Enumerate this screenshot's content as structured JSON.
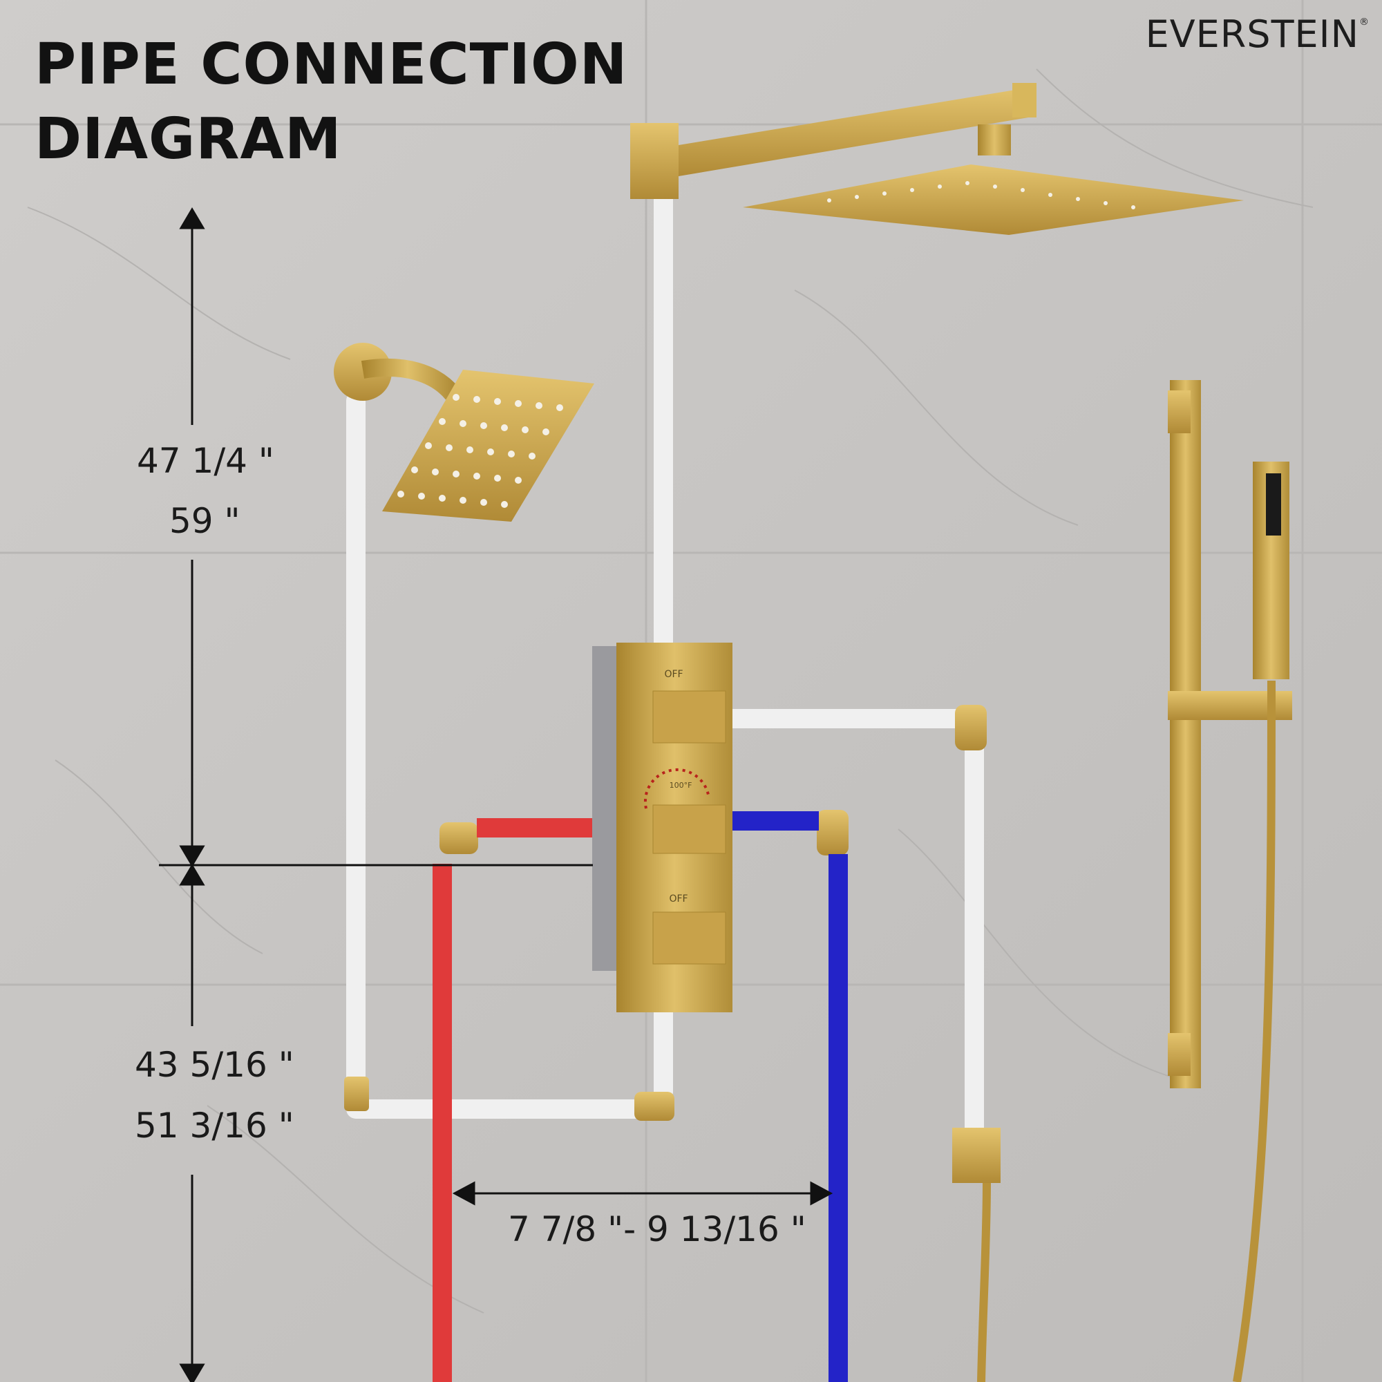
{
  "brand": {
    "name": "EVERSTEIN",
    "mark": "®"
  },
  "title": {
    "line1": "PIPE CONNECTION",
    "line2": "DIAGRAM"
  },
  "dimensions": {
    "upper_min": "47 1/4 \"",
    "upper_max": "59 \"",
    "lower_min": "43 5/16 \"",
    "lower_max": "51 3/16 \"",
    "spacing": "7 7/8 \"- 9 13/16 \""
  },
  "valve_panel": {
    "top_label": "OFF",
    "bottom_label": "OFF",
    "temp_label": "100°F"
  },
  "colors": {
    "gold": "#c9a44a",
    "hot_pipe": "#e03a3a",
    "cold_pipe": "#2323c8",
    "white_pipe": "#f2f2f2",
    "wall": "#c9c7c5",
    "text": "#121212"
  },
  "icons": [
    "rain-shower-icon",
    "handheld-shower-icon",
    "arrow-icon"
  ]
}
